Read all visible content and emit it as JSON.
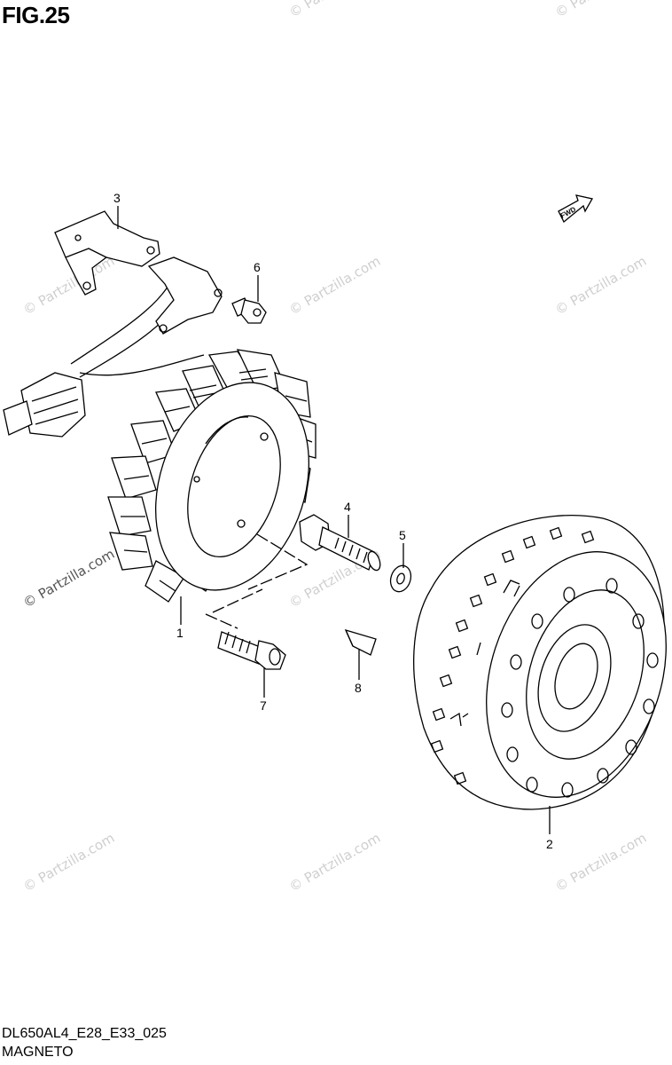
{
  "figure": {
    "title": "FIG.25"
  },
  "footer": {
    "code": "DL650AL4_E28_E33_025",
    "name": "MAGNETO"
  },
  "fwd_label": "FWD",
  "watermark": "© Partzilla.com",
  "callouts": {
    "p1": "1",
    "p2": "2",
    "p3": "3",
    "p4": "4",
    "p5": "5",
    "p6": "6",
    "p7": "7",
    "p8": "8"
  },
  "parts": [
    {
      "id": "1",
      "name": "stator"
    },
    {
      "id": "2",
      "name": "rotor"
    },
    {
      "id": "3",
      "name": "clamp"
    },
    {
      "id": "4",
      "name": "bolt"
    },
    {
      "id": "5",
      "name": "washer"
    },
    {
      "id": "6",
      "name": "bolt"
    },
    {
      "id": "7",
      "name": "bolt"
    },
    {
      "id": "8",
      "name": "key"
    }
  ]
}
